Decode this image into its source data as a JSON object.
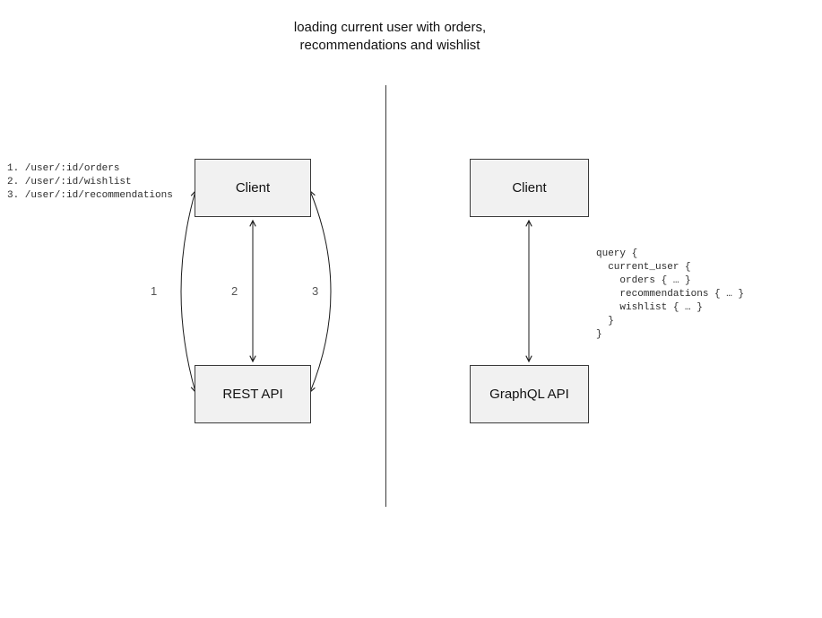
{
  "title": "loading current user with orders,\nrecommendations and wishlist",
  "left": {
    "client_label": "Client",
    "api_label": "REST API",
    "endpoints": [
      "1. /user/:id/orders",
      "2. /user/:id/wishlist",
      "3. /user/:id/recommendations"
    ],
    "arrow_labels": [
      "1",
      "2",
      "3"
    ]
  },
  "right": {
    "client_label": "Client",
    "api_label": "GraphQL API",
    "query_lines": [
      "query {",
      "  current_user {",
      "    orders { … }",
      "    recommendations { … }",
      "    wishlist { … }",
      "  }",
      "}"
    ]
  },
  "colors": {
    "box_fill": "#f1f1f1",
    "box_border": "#3a3a3a",
    "arrow_line": "#1a1a1a"
  }
}
